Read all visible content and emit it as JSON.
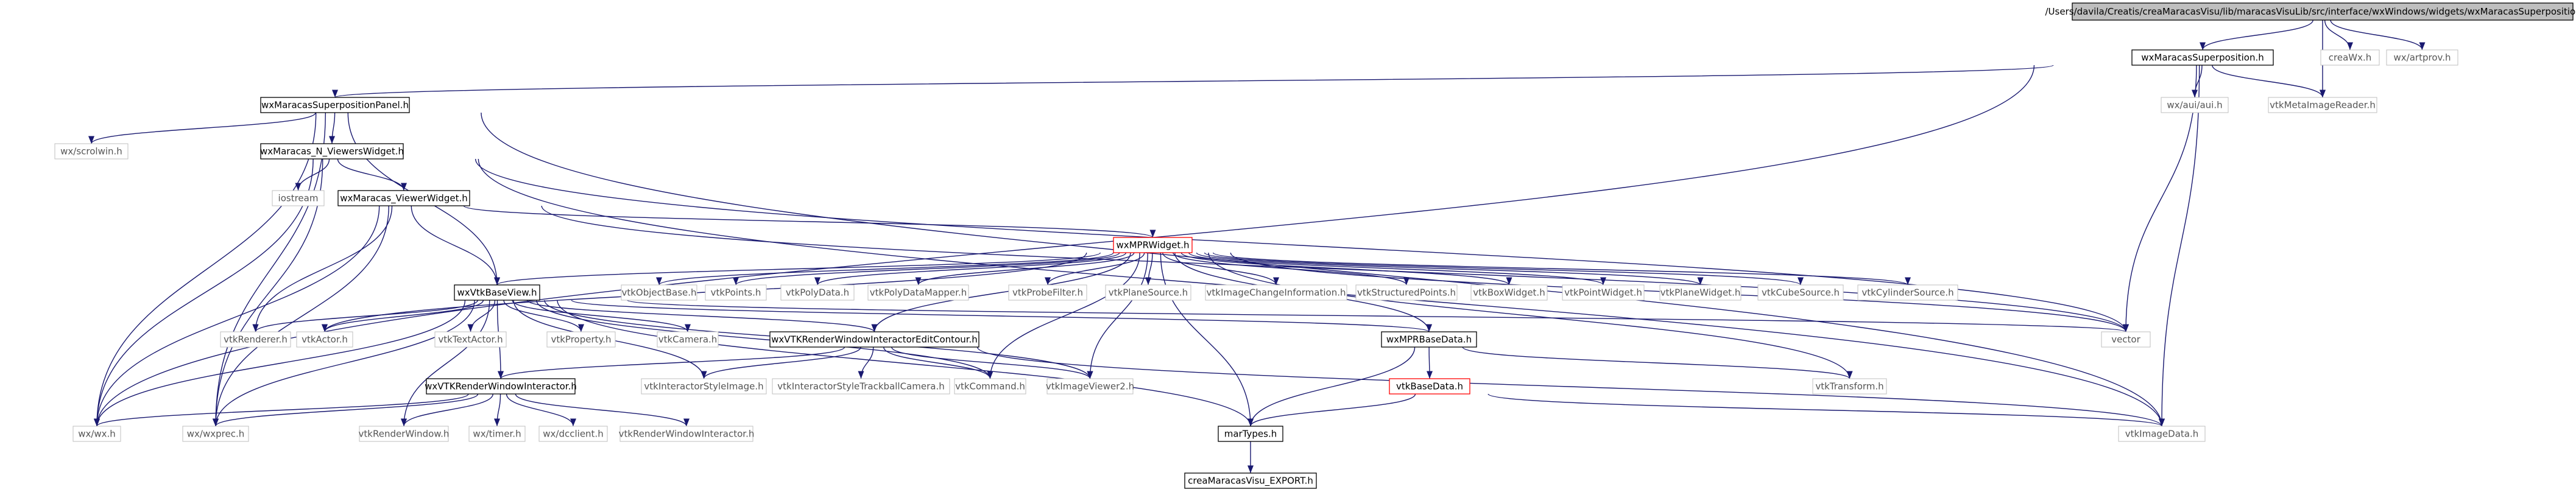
{
  "colors": {
    "edge": "#191970",
    "edge_gray": "#9a9a9a",
    "border_black": "#000000",
    "border_red": "#ff0000",
    "border_gray": "#bfbfbf",
    "root_fill": "#bfbfbf",
    "text_dark": "#000000",
    "text_gray": "#555555"
  },
  "diagram": {
    "nodes": [
      {
        "id": "root",
        "label": "/Users/davila/Creatis/creaMaracasVisu/lib/maracasVisuLib/src/interface/wxWindows/widgets/wxMaracasSuperposition.cxx",
        "style": "root"
      },
      {
        "id": "superposition_h",
        "label": "wxMaracasSuperposition.h",
        "style": "doc"
      },
      {
        "id": "creawx",
        "label": "creaWx.h",
        "style": "gray"
      },
      {
        "id": "artprov",
        "label": "wx/artprov.h",
        "style": "gray"
      },
      {
        "id": "panel_h",
        "label": "wxMaracasSuperpositionPanel.h",
        "style": "doc"
      },
      {
        "id": "aui",
        "label": "wx/aui/aui.h",
        "style": "gray"
      },
      {
        "id": "metalreader",
        "label": "vtkMetaImageReader.h",
        "style": "gray"
      },
      {
        "id": "scrolwin",
        "label": "wx/scrolwin.h",
        "style": "gray"
      },
      {
        "id": "nviewers",
        "label": "wxMaracas_N_ViewersWidget.h",
        "style": "doc"
      },
      {
        "id": "iostream",
        "label": "iostream",
        "style": "gray"
      },
      {
        "id": "viewerwidget",
        "label": "wxMaracas_ViewerWidget.h",
        "style": "doc"
      },
      {
        "id": "mpr",
        "label": "wxMPRWidget.h",
        "style": "red"
      },
      {
        "id": "basev",
        "label": "wxVtkBaseView.h",
        "style": "doc"
      },
      {
        "id": "objectbase",
        "label": "vtkObjectBase.h",
        "style": "gray"
      },
      {
        "id": "points",
        "label": "vtkPoints.h",
        "style": "gray"
      },
      {
        "id": "polydata",
        "label": "vtkPolyData.h",
        "style": "gray"
      },
      {
        "id": "polymapper",
        "label": "vtkPolyDataMapper.h",
        "style": "gray"
      },
      {
        "id": "probefilter",
        "label": "vtkProbeFilter.h",
        "style": "gray"
      },
      {
        "id": "planesource",
        "label": "vtkPlaneSource.h",
        "style": "gray"
      },
      {
        "id": "imagechange",
        "label": "vtkImageChangeInformation.h",
        "style": "gray"
      },
      {
        "id": "structpoints",
        "label": "vtkStructuredPoints.h",
        "style": "gray"
      },
      {
        "id": "boxwidget",
        "label": "vtkBoxWidget.h",
        "style": "gray"
      },
      {
        "id": "pointwidget",
        "label": "vtkPointWidget.h",
        "style": "gray"
      },
      {
        "id": "planewidget",
        "label": "vtkPlaneWidget.h",
        "style": "gray"
      },
      {
        "id": "cubesource",
        "label": "vtkCubeSource.h",
        "style": "gray"
      },
      {
        "id": "cylsource",
        "label": "vtkCylinderSource.h",
        "style": "gray"
      },
      {
        "id": "renderer",
        "label": "vtkRenderer.h",
        "style": "gray"
      },
      {
        "id": "actor",
        "label": "vtkActor.h",
        "style": "gray"
      },
      {
        "id": "textactor",
        "label": "vtkTextActor.h",
        "style": "gray"
      },
      {
        "id": "property",
        "label": "vtkProperty.h",
        "style": "gray"
      },
      {
        "id": "camera",
        "label": "vtkCamera.h",
        "style": "gray"
      },
      {
        "id": "rwiec",
        "label": "wxVTKRenderWindowInteractorEditContour.h",
        "style": "doc"
      },
      {
        "id": "mprbase",
        "label": "wxMPRBaseData.h",
        "style": "doc"
      },
      {
        "id": "vector",
        "label": "vector",
        "style": "gray"
      },
      {
        "id": "rwi",
        "label": "wxVTKRenderWindowInteractor.h",
        "style": "doc"
      },
      {
        "id": "styleimage",
        "label": "vtkInteractorStyleImage.h",
        "style": "gray"
      },
      {
        "id": "styletrack",
        "label": "vtkInteractorStyleTrackballCamera.h",
        "style": "gray"
      },
      {
        "id": "command",
        "label": "vtkCommand.h",
        "style": "gray"
      },
      {
        "id": "imageviewer2",
        "label": "vtkImageViewer2.h",
        "style": "gray"
      },
      {
        "id": "basedata",
        "label": "vtkBaseData.h",
        "style": "red"
      },
      {
        "id": "transform",
        "label": "vtkTransform.h",
        "style": "gray"
      },
      {
        "id": "wxh",
        "label": "wx/wx.h",
        "style": "gray"
      },
      {
        "id": "wxprec",
        "label": "wx/wxprec.h",
        "style": "gray"
      },
      {
        "id": "renderwindow",
        "label": "vtkRenderWindow.h",
        "style": "gray"
      },
      {
        "id": "timer",
        "label": "wx/timer.h",
        "style": "gray"
      },
      {
        "id": "dcclient",
        "label": "wx/dcclient.h",
        "style": "gray"
      },
      {
        "id": "rwinteractor",
        "label": "vtkRenderWindowInteractor.h",
        "style": "gray"
      },
      {
        "id": "imagedata",
        "label": "vtkImageData.h",
        "style": "gray"
      },
      {
        "id": "martypes",
        "label": "marTypes.h",
        "style": "doc"
      },
      {
        "id": "export",
        "label": "creaMaracasVisu_EXPORT.h",
        "style": "doc"
      }
    ]
  }
}
